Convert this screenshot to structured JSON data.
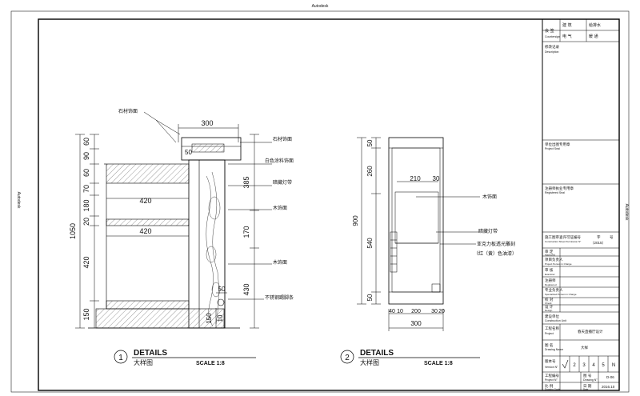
{
  "app": {
    "watermark": "Autodesk"
  },
  "details": [
    {
      "number": "1",
      "heading": "DETAILS",
      "subtitle": "大样图",
      "scale": "SCALE 1:8",
      "dim_top": "300",
      "dim_top_small": "50",
      "dims_left": [
        "60",
        "90",
        "60",
        "70",
        "180",
        "20",
        "420",
        "150"
      ],
      "total_left": "1050",
      "dims_right": [
        "385",
        "170",
        "430"
      ],
      "dims_bottom_left": [
        "150"
      ],
      "dims_bottom_small": [
        "50",
        "10"
      ],
      "dims_inner": [
        "420",
        "420"
      ],
      "callouts": [
        "石材饰面",
        "石材饰面",
        "白色涂料饰面",
        "暗藏灯带",
        "木饰面",
        "木饰面",
        "不锈钢踢脚条"
      ]
    },
    {
      "number": "2",
      "heading": "DETAILS",
      "subtitle": "大样图",
      "scale": "SCALE 1:8",
      "dims_left": [
        "50",
        "260",
        "540",
        "50"
      ],
      "total_left": "900",
      "dims_top_inner": [
        "210",
        "30"
      ],
      "dims_bottom": [
        "40",
        "10",
        "200",
        "30",
        "20"
      ],
      "dim_bottom_total": "300",
      "callouts": [
        "木饰面",
        "暗藏灯带",
        "亚克力板透光雕刻",
        "（红（黄）色油漆）"
      ]
    }
  ],
  "title_block": {
    "row1": [
      "会 签",
      "建 筑",
      "给排水"
    ],
    "row1_sub": "Countersign",
    "row2": [
      "电 气",
      "暖 通"
    ],
    "revisions_label": "修改记录",
    "revisions_sub": "Description",
    "stamp1_label": "单位出图专用章",
    "stamp1_sub": "Project Seal",
    "stamp2_label": "注册师执业专用章",
    "stamp2_sub": "Registered Seal",
    "permit_label": "施工图审查许可证编号",
    "permit_sub": "Construction Sheet Permission N°",
    "permit_value": "（2015）",
    "permit_char": "字",
    "permit_char2": "号",
    "roles": [
      {
        "cn": "审 定",
        "en": "Approved"
      },
      {
        "cn": "项目负责人",
        "en": "Project Person in Charge"
      },
      {
        "cn": "审 核",
        "en": "Examiner"
      },
      {
        "cn": "注册师",
        "en": "Registered"
      },
      {
        "cn": "专业负责人",
        "en": "Specialized Person in Charge"
      },
      {
        "cn": "校 对",
        "en": "Check"
      },
      {
        "cn": "设 计",
        "en": "Design"
      }
    ],
    "construction_unit": "建设单位",
    "construction_unit_en": "Construction Unit",
    "project_name_label": "工程名称",
    "project_name_en": "Project",
    "project_name_value": "春天直播厅设计",
    "drawing_name_label": "图 名",
    "drawing_name_en": "Drawing Name",
    "drawing_name_value": "大样",
    "version_label": "版本号",
    "version_en": "Version N°",
    "versions": [
      "2",
      "3",
      "4",
      "5",
      "N"
    ],
    "project_no_label": "工程编号",
    "project_no_en": "Project N°",
    "drawing_no_label": "图 号",
    "drawing_no_en": "Drawing N°",
    "drawing_no_value": "D-06",
    "date_label": "日 期",
    "date_en": "Date",
    "date_value": "2016.10",
    "scale_label": "比 例",
    "scale_en": "Drawing Scale"
  }
}
